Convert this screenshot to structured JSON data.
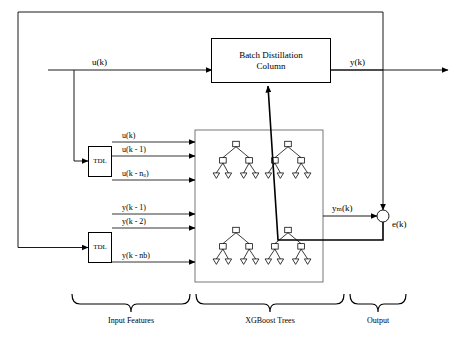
{
  "diagram": {
    "nodes": [
      {
        "text": [
          "Batch Distillation Column"
        ]
      },
      {
        "text": [
          "TDL"
        ]
      },
      {
        "text": [
          "TDL"
        ]
      }
    ],
    "edges": [
      {
        "from": 0,
        "to": 2,
        "arrow": "to"
      }
    ],
    "labels": [
      "u(k)",
      "y(k)",
      "u(k)",
      "u(k - 1)",
      "u(k - nᵤ)",
      "y(k - 1)",
      "y(k - 2)",
      "y(k - nb)",
      "yₘ(k)",
      "e(k)",
      "Input Features",
      "XGBoost Trees",
      "Output"
    ]
  }
}
